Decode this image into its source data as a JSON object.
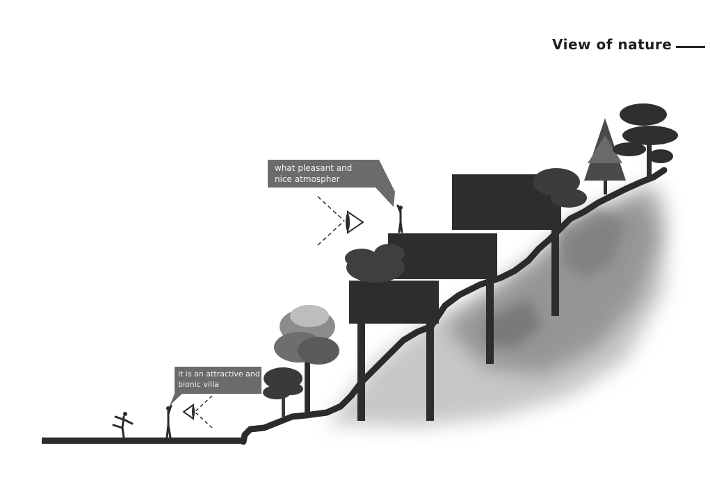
{
  "title": {
    "text": "View of nature"
  },
  "bubbles": [
    {
      "line1": "what pleasant and",
      "line2": "nice atmospher"
    },
    {
      "line1": "it is an attractive and",
      "line2": "bionic villa"
    }
  ],
  "colors": {
    "ink": "#2c2c2c",
    "bubble": "#6b6b6b",
    "ground": "#2b2b2b",
    "mist": "#8a8a8a"
  }
}
